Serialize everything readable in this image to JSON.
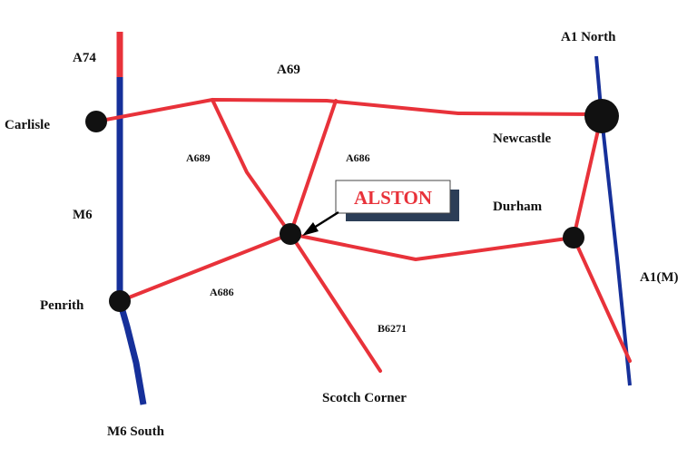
{
  "colors": {
    "minor_road": "#e8323a",
    "motorway": "#16309a",
    "town": "#111111",
    "callout_text": "#e8323a",
    "callout_shadow": "#2c3e57"
  },
  "roads": {
    "a74": "A74",
    "a69": "A69",
    "a689": "A689",
    "a686_north": "A686",
    "a686_west": "A686",
    "m6": "M6",
    "m6_south": "M6 South",
    "a1_north": "A1 North",
    "a1m": "A1(M)",
    "b6271": "B6271"
  },
  "places": {
    "carlisle": "Carlisle",
    "penrith": "Penrith",
    "newcastle": "Newcastle",
    "durham": "Durham",
    "scotch_corner": "Scotch Corner",
    "alston": "ALSTON"
  }
}
